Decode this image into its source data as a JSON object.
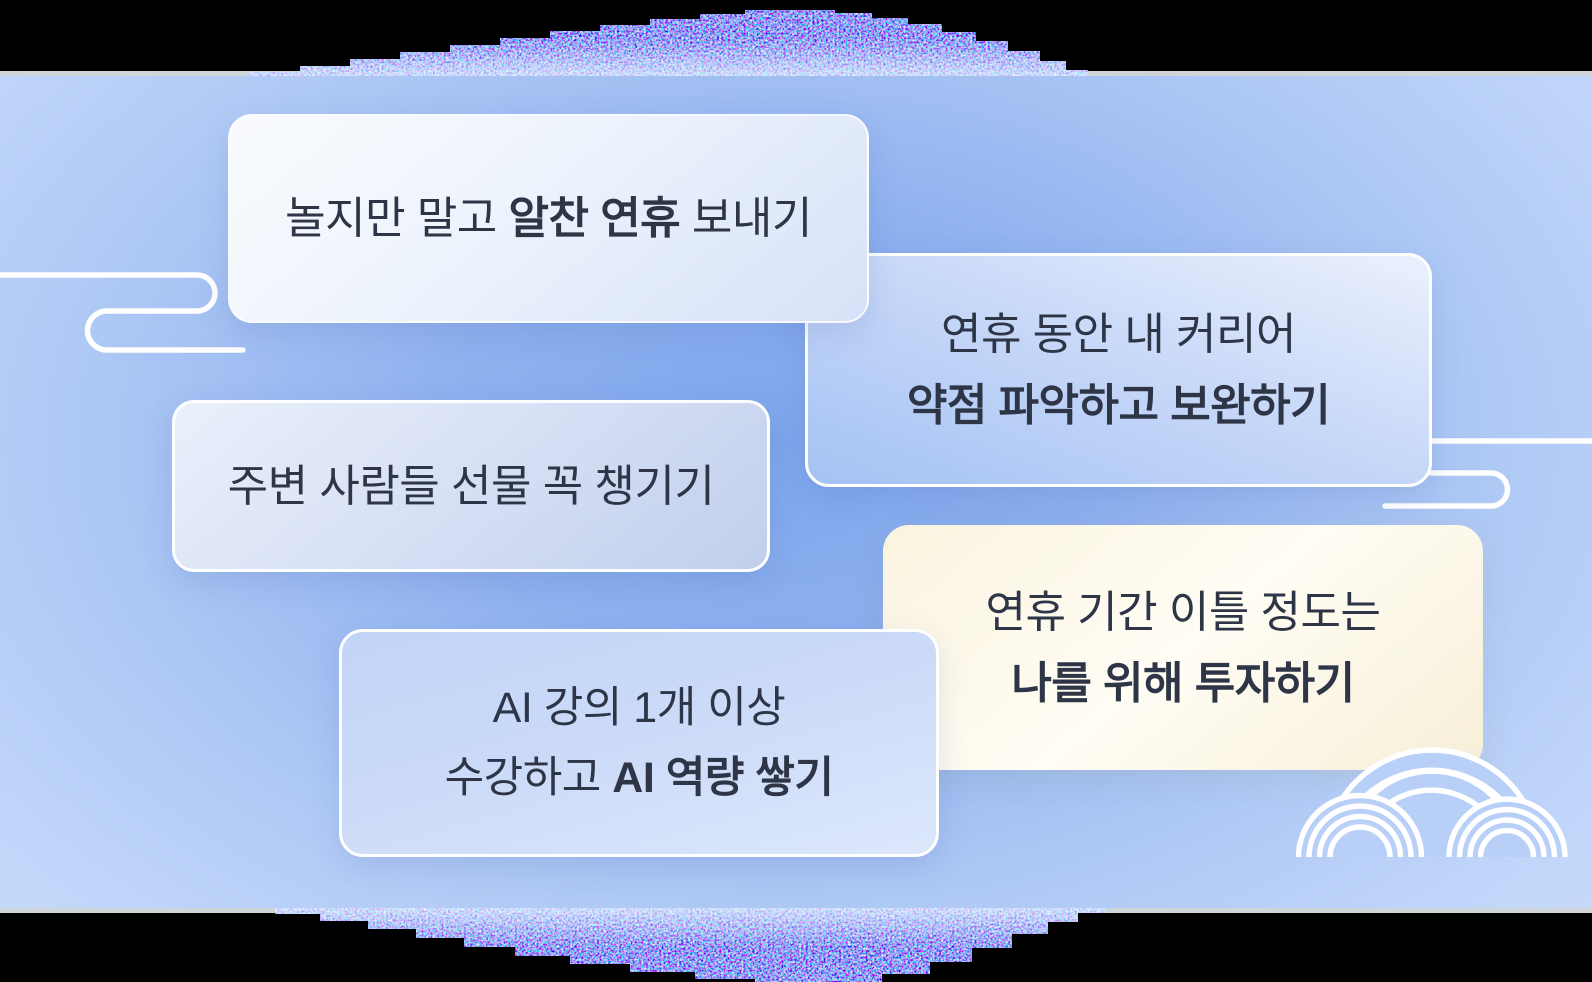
{
  "theme": {
    "backdrop": "#000000",
    "panel_center_blue": "#7EA6EC",
    "panel_edge_blue": "#C9DBFB",
    "divider_gray": "#CFD4D9",
    "text_navy": "#2E3546",
    "card_blue_deep": "#A4C2F4",
    "card_blue_light": "#EBF1FD",
    "card_cream": "#FAF3DF",
    "ornament_white": "#FFFFFF",
    "arch_fill_blue": "#B8CFF7",
    "noise_blue": "#2233E8",
    "noise_cyan": "#28E2F5"
  },
  "cards": [
    {
      "label": "card-holiday-plan",
      "lines": [
        [
          {
            "t": "놀지만 말고 ",
            "b": false
          },
          {
            "t": "알찬 연휴",
            "b": true
          },
          {
            "t": " 보내기",
            "b": false
          }
        ]
      ]
    },
    {
      "label": "card-career-weakness",
      "lines": [
        [
          {
            "t": "연휴 동안 내 커리어",
            "b": false
          }
        ],
        [
          {
            "t": "약점 파악하고 보완하기",
            "b": true
          }
        ]
      ]
    },
    {
      "label": "card-gift",
      "lines": [
        [
          {
            "t": "주변 사람들 선물 꼭 챙기기",
            "b": false
          }
        ]
      ]
    },
    {
      "label": "card-ai-course",
      "lines": [
        [
          {
            "t": "AI 강의 1개 이상",
            "b": false
          }
        ],
        [
          {
            "t": "수강하고 ",
            "b": false
          },
          {
            "t": "AI 역량 쌓기",
            "b": true
          }
        ]
      ]
    },
    {
      "label": "card-self-investment",
      "lines": [
        [
          {
            "t": "연휴 기간 이틀 정도는",
            "b": false
          }
        ],
        [
          {
            "t": "나를 위해 투자하기",
            "b": true
          }
        ]
      ]
    }
  ],
  "decorations": {
    "left": "cloud-scroll-left",
    "right": "cloud-scroll-right",
    "bottom_right": "triple-arch-clouds",
    "top_edge": "glitch-noise-band",
    "bottom_edge": "glitch-noise-band"
  }
}
